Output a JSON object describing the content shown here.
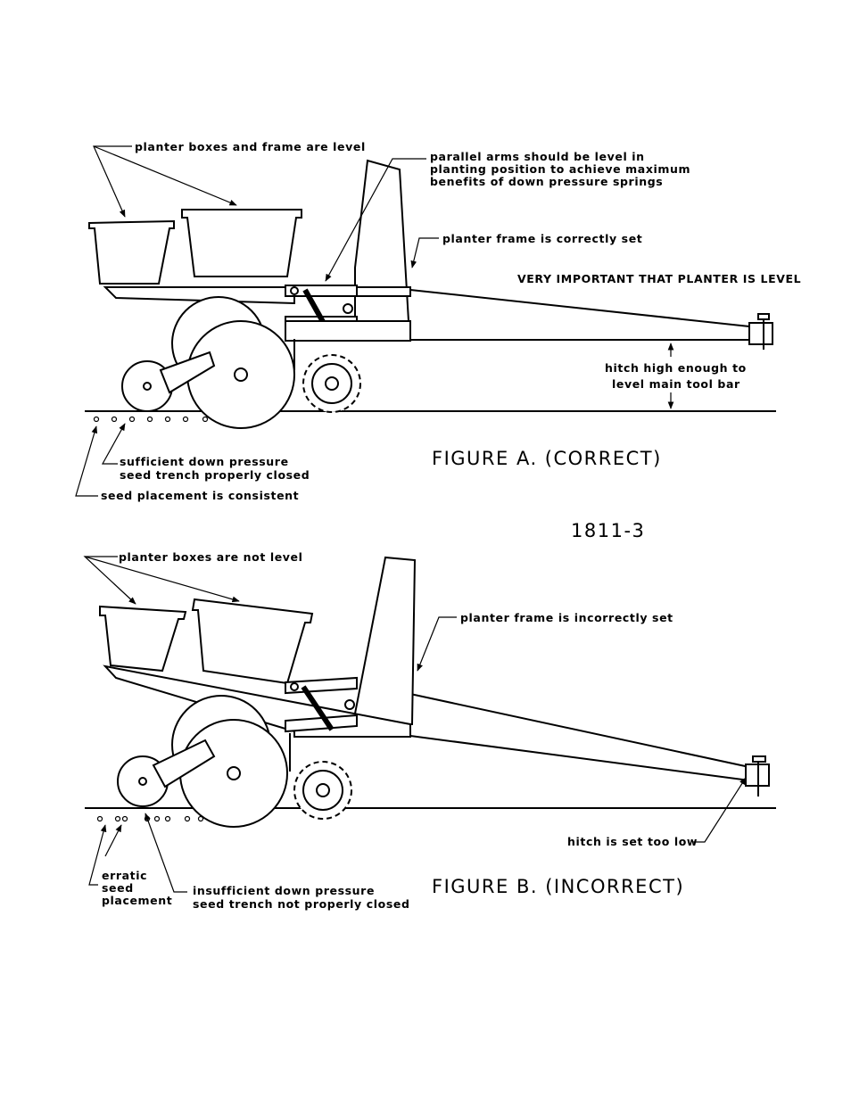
{
  "figure_a": {
    "label_boxes_level": "planter boxes and frame are level",
    "label_arms_1": "parallel arms should be level in",
    "label_arms_2": "planting position to achieve maximum",
    "label_arms_3": "benefits of down pressure springs",
    "label_frame_correct": "planter frame is correctly set",
    "label_very_important": "VERY IMPORTANT THAT PLANTER IS LEVEL",
    "label_hitch_1": "hitch high enough to",
    "label_hitch_2": "level main tool bar",
    "label_pressure_1": "sufficient down pressure",
    "label_pressure_2": "seed trench properly closed",
    "label_seed_consistent": "seed placement is consistent",
    "caption": "FIGURE A. (CORRECT)"
  },
  "drawing_number": "1811-3",
  "figure_b": {
    "label_boxes_not_level": "planter boxes are not level",
    "label_frame_incorrect": "planter frame is incorrectly set",
    "label_hitch_low": "hitch is set too low",
    "label_erratic_1": "erratic",
    "label_erratic_2": "seed",
    "label_erratic_3": "placement",
    "label_pressure_1": "insufficient down pressure",
    "label_pressure_2": "seed trench not properly closed",
    "caption": "FIGURE B. (INCORRECT)"
  }
}
